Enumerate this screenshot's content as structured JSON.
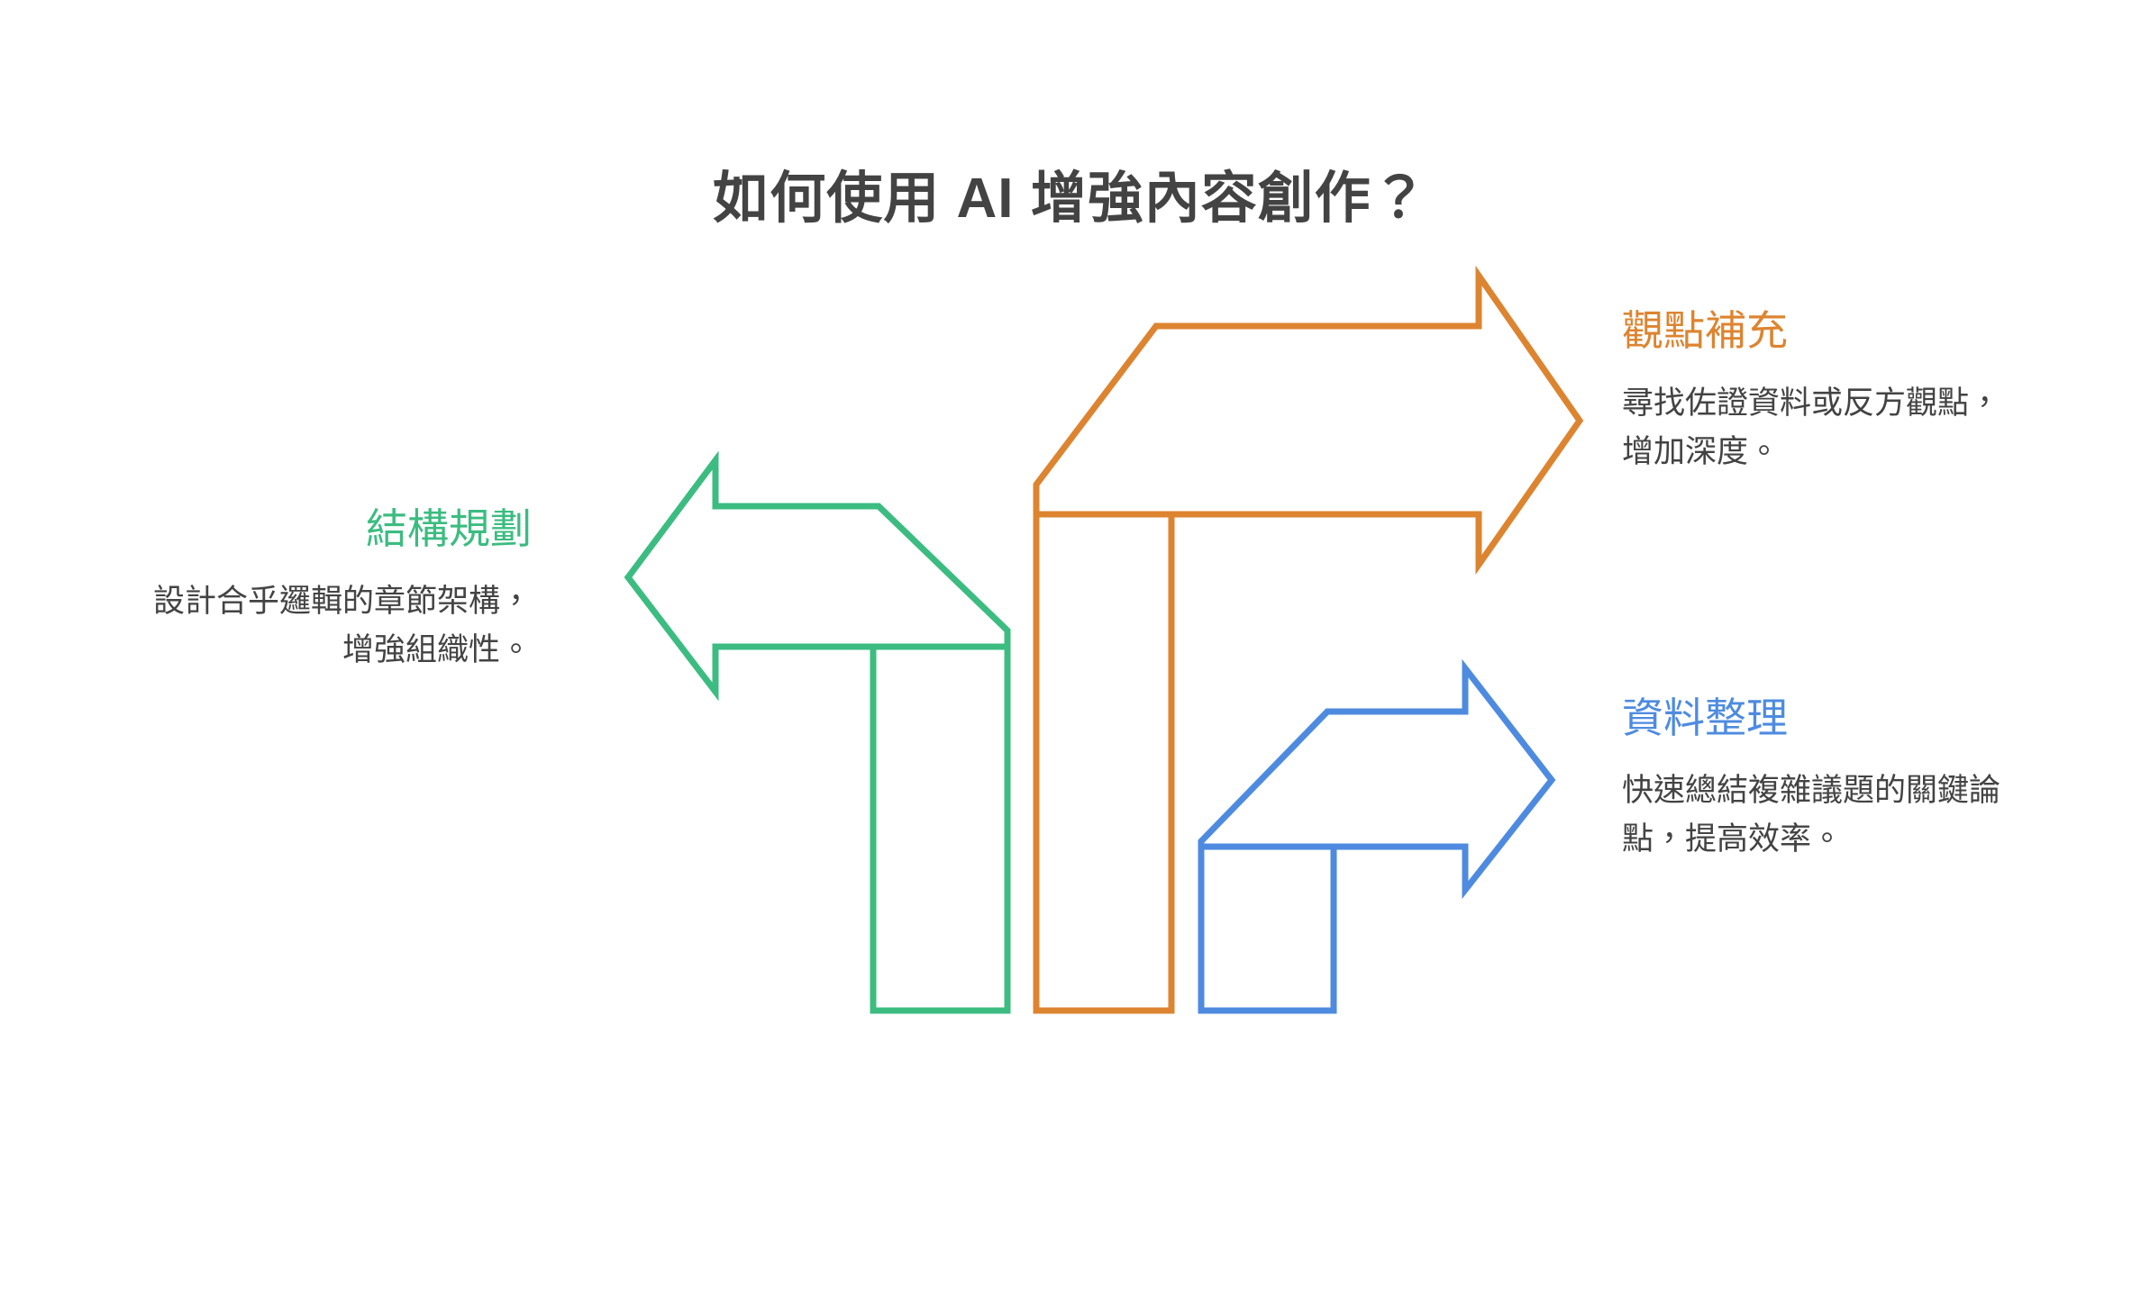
{
  "page": {
    "title": "如何使用 AI 增強內容創作？",
    "background_color": "#ffffff",
    "text_color": "#434343"
  },
  "colors": {
    "green": "#3CBC81",
    "orange": "#DD8430",
    "blue": "#4E8BE0",
    "title": "#434343",
    "body": "#434343"
  },
  "callouts": {
    "structure": {
      "heading": "結構規劃",
      "body": "設計合乎邏輯的章節架構，增強組織性。",
      "color": "#3CBC81",
      "side": "left",
      "arrow_direction": "left"
    },
    "viewpoint": {
      "heading": "觀點補充",
      "body": "尋找佐證資料或反方觀點，增加深度。",
      "color": "#DD8430",
      "side": "right",
      "arrow_direction": "right"
    },
    "data": {
      "heading": "資料整理",
      "body": "快速總結複雜議題的關鍵論點，提高效率。",
      "color": "#4E8BE0",
      "side": "right",
      "arrow_direction": "right"
    }
  },
  "chart_data": {
    "type": "diagram",
    "title": "如何使用 AI 增強內容創作？",
    "subtype": "bent-arrow-branch-diagram",
    "branch_count": 3,
    "branches": [
      {
        "name": "結構規劃",
        "description": "設計合乎邏輯的章節架構，增強組織性。",
        "color": "#3CBC81",
        "direction": "left",
        "height_rank": 2
      },
      {
        "name": "觀點補充",
        "description": "尋找佐證資料或反方觀點，增加深度。",
        "color": "#DD8430",
        "direction": "right",
        "height_rank": 1
      },
      {
        "name": "資料整理",
        "description": "快速總結複雜議題的關鍵論點，提高效率。",
        "color": "#4E8BE0",
        "direction": "right",
        "height_rank": 3
      }
    ]
  }
}
